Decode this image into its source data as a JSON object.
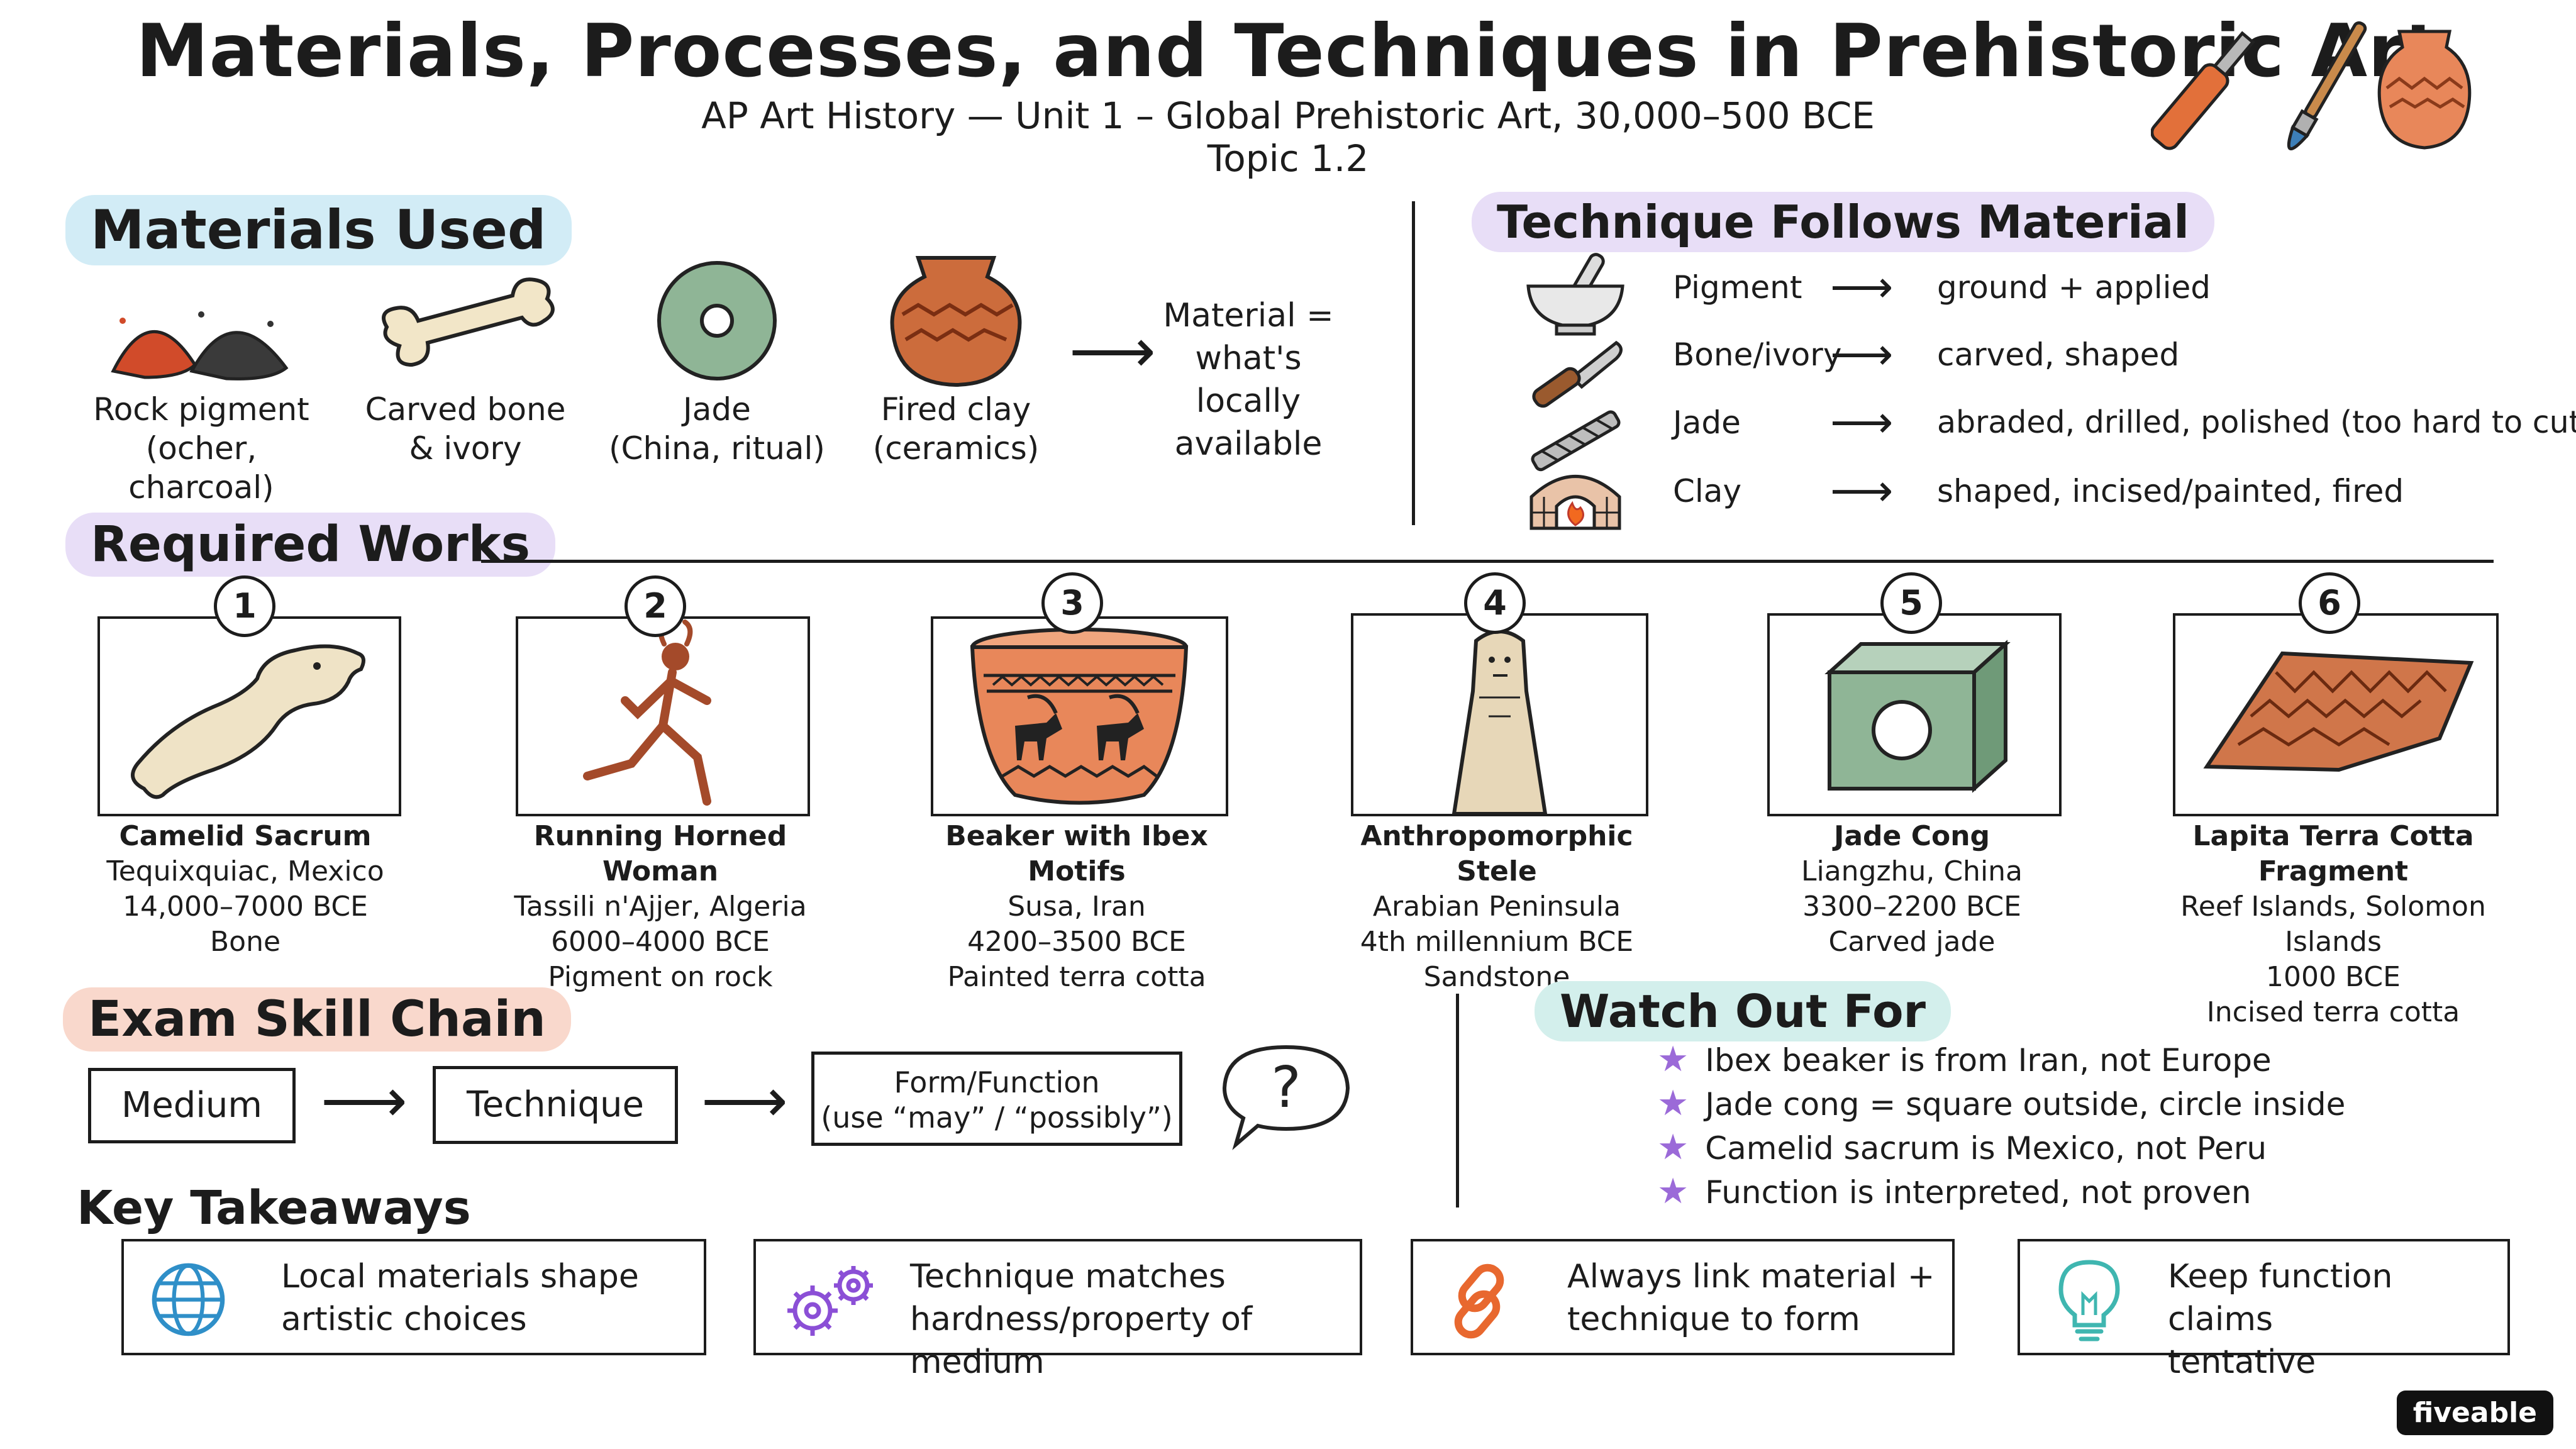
{
  "header": {
    "title": "Materials, Processes, and Techniques in Prehistoric Art",
    "subtitle": "AP Art History — Unit 1 – Global Prehistoric Art, 30,000–500 BCE",
    "topic": "Topic 1.2"
  },
  "materials": {
    "heading": "Materials Used",
    "items": [
      {
        "label": "Rock pigment",
        "sub": "(ocher, charcoal)",
        "icon": "pigment-piles-icon"
      },
      {
        "label": "Carved bone",
        "sub": "& ivory",
        "icon": "bone-icon"
      },
      {
        "label": "Jade",
        "sub": "(China, ritual)",
        "icon": "jade-disc-icon"
      },
      {
        "label": "Fired clay",
        "sub": "(ceramics)",
        "icon": "clay-pot-icon"
      }
    ],
    "note": [
      "Material =",
      "what's locally",
      "available"
    ]
  },
  "technique": {
    "heading": "Technique Follows Material",
    "rows": [
      {
        "material": "Pigment",
        "process": "ground + applied",
        "icon": "mortar-pestle-icon"
      },
      {
        "material": "Bone/ivory",
        "process": "carved, shaped",
        "icon": "knife-icon"
      },
      {
        "material": "Jade",
        "process": "abraded, drilled, polished (too hard to cut)",
        "icon": "drill-bit-icon"
      },
      {
        "material": "Clay",
        "process": "shaped, incised/painted, fired",
        "icon": "kiln-icon"
      }
    ]
  },
  "required": {
    "heading": "Required Works",
    "works": [
      {
        "num": "1",
        "title": "Camelid Sacrum",
        "place": "Tequixquiac, Mexico",
        "date": "14,000–7000 BCE",
        "medium": "Bone",
        "icon": "camelid-sacrum-icon"
      },
      {
        "num": "2",
        "title": "Running Horned Woman",
        "place": "Tassili n'Ajjer, Algeria",
        "date": "6000–4000 BCE",
        "medium": "Pigment on rock",
        "icon": "running-figure-icon"
      },
      {
        "num": "3",
        "title": "Beaker with Ibex Motifs",
        "place": "Susa, Iran",
        "date": "4200–3500 BCE",
        "medium": "Painted terra cotta",
        "icon": "ibex-beaker-icon"
      },
      {
        "num": "4",
        "title": "Anthropomorphic Stele",
        "place": "Arabian Peninsula",
        "date": "4th millennium BCE",
        "medium": "Sandstone",
        "icon": "stele-icon"
      },
      {
        "num": "5",
        "title": "Jade Cong",
        "place": "Liangzhu, China",
        "date": "3300–2200 BCE",
        "medium": "Carved jade",
        "icon": "jade-cong-icon"
      },
      {
        "num": "6",
        "title": "Lapita Terra Cotta Fragment",
        "place": "Reef Islands, Solomon Islands",
        "date": "1000 BCE",
        "medium": "Incised terra cotta",
        "icon": "pottery-fragment-icon"
      }
    ]
  },
  "chain": {
    "heading": "Exam Skill Chain",
    "steps": [
      "Medium",
      "Technique"
    ],
    "final": [
      "Form/Function",
      "(use “may” / “possibly”)"
    ],
    "bubble": "?"
  },
  "watch": {
    "heading": "Watch Out For",
    "items": [
      "Ibex beaker is from Iran, not Europe",
      "Jade cong = square outside, circle inside",
      "Camelid sacrum is Mexico, not Peru",
      "Function is interpreted, not proven"
    ],
    "star_color": "#9b6ad8"
  },
  "takeaways": {
    "heading": "Key Takeaways",
    "cards": [
      {
        "lines": [
          "Local materials shape",
          "artistic choices"
        ],
        "icon": "globe-icon"
      },
      {
        "lines": [
          "Technique matches",
          "hardness/property of medium"
        ],
        "icon": "gears-icon"
      },
      {
        "lines": [
          "Always link material +",
          "technique to form"
        ],
        "icon": "chain-link-icon"
      },
      {
        "lines": [
          "Keep function claims",
          "tentative"
        ],
        "icon": "lightbulb-icon"
      }
    ]
  },
  "brand": "fiveable",
  "colors": {
    "terracotta": "#c9633a",
    "jade": "#8fb596",
    "highlight_blue": "#d2ecf6",
    "highlight_purple": "#e8def7",
    "highlight_peach": "#f9d8cc",
    "highlight_teal": "#d3efec"
  }
}
